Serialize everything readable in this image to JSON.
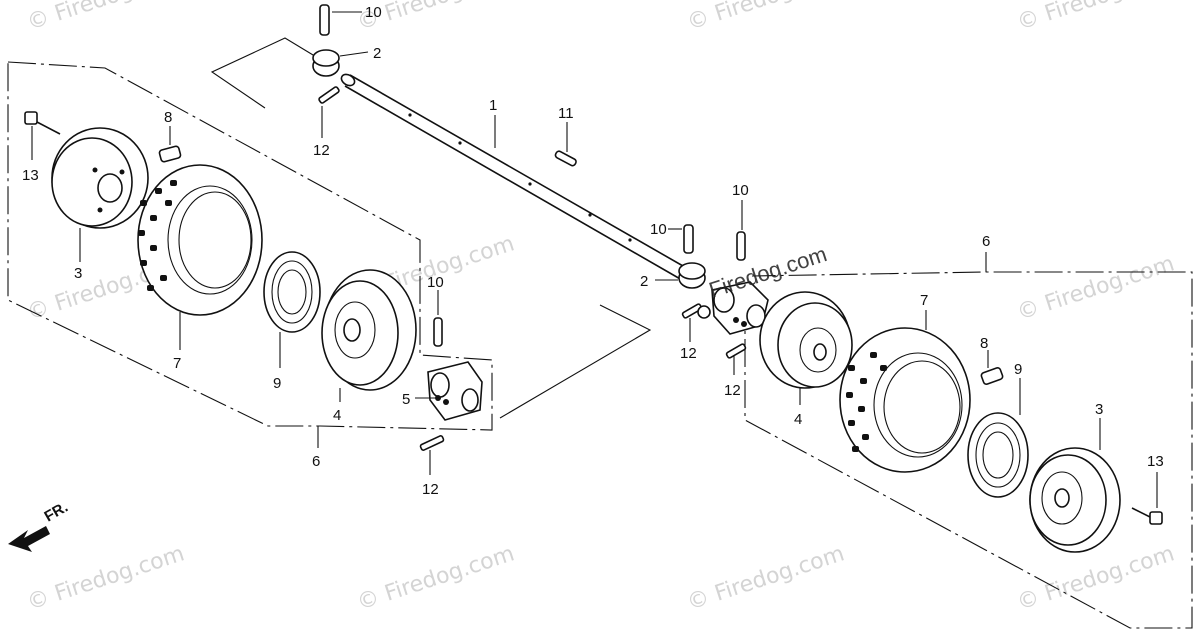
{
  "watermark": {
    "text": "© Firedog.com",
    "color": "#d4d4d4"
  },
  "watermark_center": {
    "text": "Firedog.com"
  },
  "direction_label": {
    "text": "FR."
  },
  "icons": {
    "direction_arrow": "fr-arrow-icon"
  },
  "callouts": {
    "axle": "1",
    "collar_a": "2",
    "collar_b": "2",
    "wheel_rim_left": "3",
    "wheel_rim_right": "3",
    "brake_hub_left": "4",
    "brake_hub_right": "4",
    "flange_hub": "5",
    "tire_assembly_left": "6",
    "tire_assembly_right": "6",
    "tire_left": "7",
    "tire_right": "7",
    "valve_left": "8",
    "valve_right": "8",
    "seal_ring_left": "9",
    "seal_ring_right": "9",
    "bolt_top": "10",
    "bolt_left": "10",
    "bolt_right_a": "10",
    "bolt_right_b": "10",
    "key_pin": "11",
    "pin_top": "12",
    "pin_bottom": "12",
    "pin_right_a": "12",
    "pin_right_b": "12",
    "lug_bolt_left": "13",
    "lug_bolt_right": "13"
  }
}
